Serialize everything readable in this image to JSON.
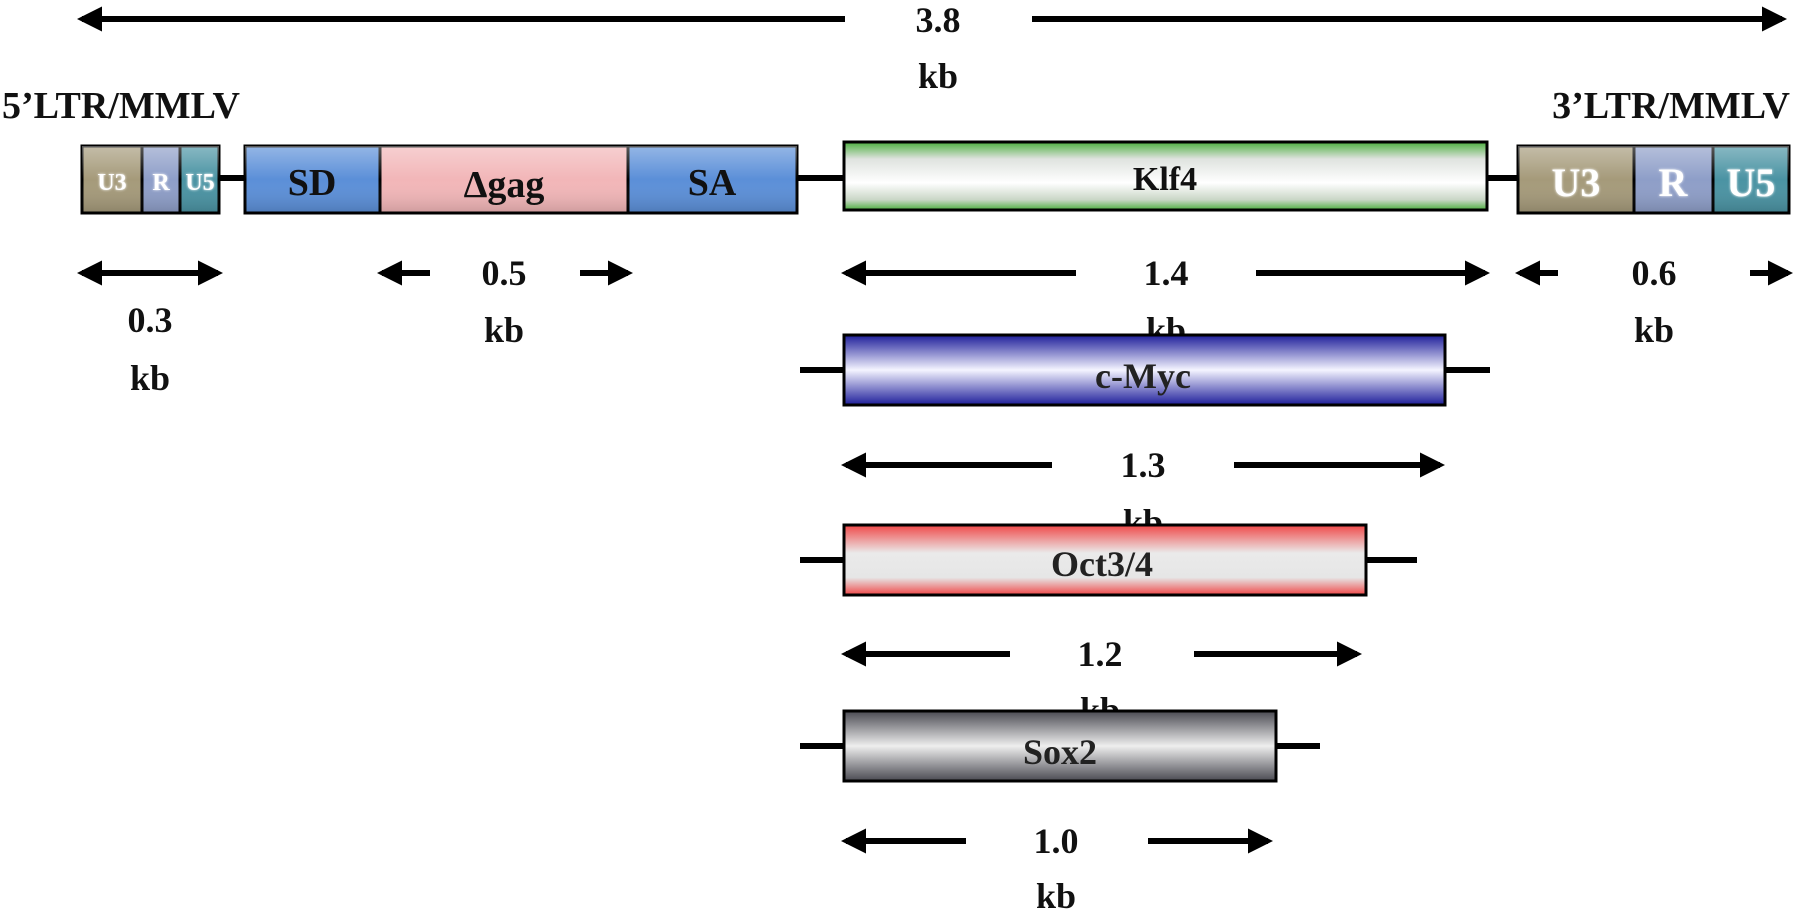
{
  "overall": {
    "length_value": "3.8",
    "length_unit": "kb"
  },
  "ltr5": {
    "title": "5’LTR/MMLV",
    "segments": [
      {
        "label": "U3",
        "color": "#a59a7a"
      },
      {
        "label": "R",
        "color": "#8e9ec8"
      },
      {
        "label": "U5",
        "color": "#4a93a3"
      }
    ],
    "length_value": "0.3",
    "length_unit": "kb"
  },
  "backbone": {
    "segments": [
      {
        "label": "SD",
        "color": "#5b8fd8"
      },
      {
        "label": "Δgag",
        "color": "#f2b6b8"
      },
      {
        "label": "SA",
        "color": "#5b8fd8"
      }
    ],
    "gag_length_value": "0.5",
    "gag_length_unit": "kb"
  },
  "ltr3": {
    "title": "3’LTR/MMLV",
    "segments": [
      {
        "label": "U3",
        "color": "#a59a7a"
      },
      {
        "label": "R",
        "color": "#8e9ec8"
      },
      {
        "label": "U5",
        "color": "#4a93a3"
      }
    ],
    "length_value": "0.6",
    "length_unit": "kb"
  },
  "inserts": [
    {
      "label": "Klf4",
      "color": "#4caf3f",
      "length_value": "1.4",
      "length_unit": "kb"
    },
    {
      "label": "c-Myc",
      "color": "#2a2ab8",
      "length_value": "1.3",
      "length_unit": "kb"
    },
    {
      "label": "Oct3/4",
      "color": "#f05050",
      "length_value": "1.2",
      "length_unit": "kb"
    },
    {
      "label": "Sox2",
      "color": "#606068",
      "length_value": "1.0",
      "length_unit": "kb"
    }
  ]
}
